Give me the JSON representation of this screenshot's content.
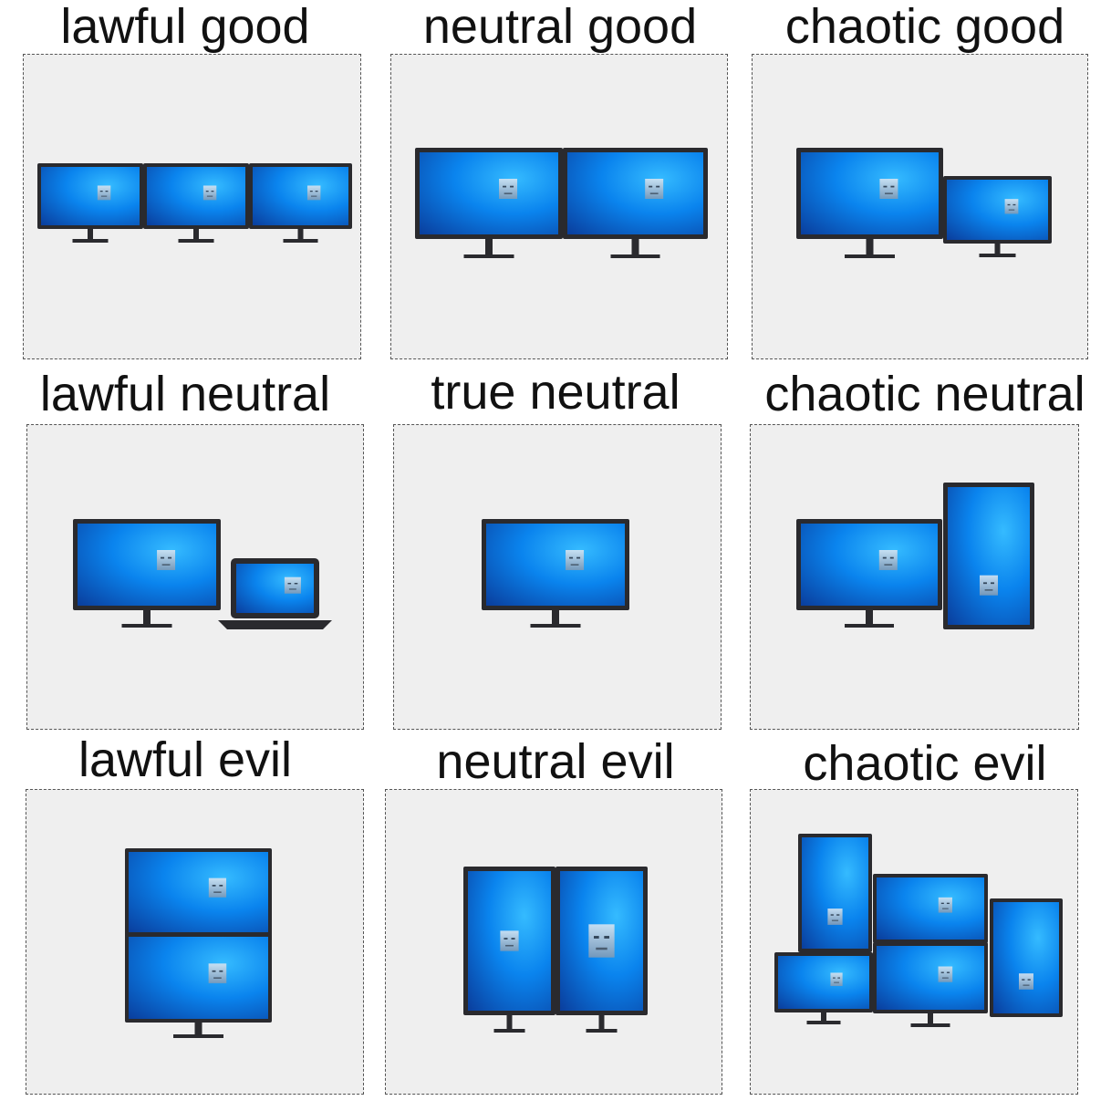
{
  "cells": [
    {
      "title": "lawful good"
    },
    {
      "title": "neutral good"
    },
    {
      "title": "chaotic good"
    },
    {
      "title": "lawful neutral"
    },
    {
      "title": "true neutral"
    },
    {
      "title": "chaotic neutral"
    },
    {
      "title": "lawful evil"
    },
    {
      "title": "neutral evil"
    },
    {
      "title": "chaotic evil"
    }
  ],
  "colors": {
    "screen_light": "#2ab4ff",
    "screen_mid": "#0a7ae6",
    "screen_dark": "#0a3f9e",
    "bezel": "#2a2a2e",
    "panel_bg": "#efefef"
  },
  "icons": [
    "monitor-icon",
    "laptop-icon",
    "face-sticker-icon"
  ]
}
